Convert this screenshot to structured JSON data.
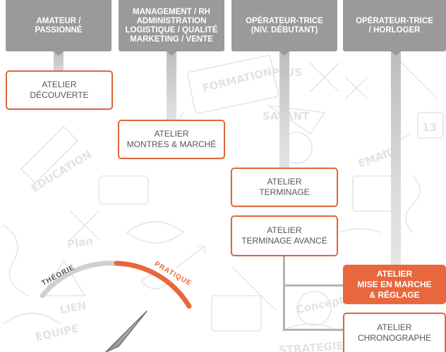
{
  "headers": [
    {
      "label": "AMATEUR /\nPASSIONNÉ"
    },
    {
      "label": "MANAGEMENT / RH\nADMINISTRATION\nLOGISTIQUE / QUALITÉ\nMARKETING / VENTE"
    },
    {
      "label": "OPÉRATEUR-TRICE\n(NIV.  DÉBUTANT)"
    },
    {
      "label": "OPÉRATEUR-TRICE\n/ HORLOGER"
    }
  ],
  "ateliers": [
    {
      "label": "ATELIER\nDÉCOUVERTE"
    },
    {
      "label": "ATELIER\nMONTRES & MARCHÉ"
    },
    {
      "label": "ATELIER\nTERMINAGE"
    },
    {
      "label": "ATELIER\nTERMINAGE AVANCÉ"
    },
    {
      "label": "ATELIER\nMISE EN MARCHE\n& RÉGLAGE"
    },
    {
      "label": "ATELIER\nCHRONOGRAPHE"
    }
  ],
  "gauge": {
    "left_label": "THÉORIE",
    "right_label": "PRATIQUE"
  },
  "background_words": [
    "FORMATION",
    "EDUCATION",
    "SAVANT",
    "EMAIL",
    "PLUS",
    "LIEN",
    "EQUIPE",
    "Plan",
    "Concept",
    "STRATEGIE",
    "13"
  ],
  "colors": {
    "header": "#9a9a9a",
    "accent": "#e8673c",
    "gauge_gray": "#d0d0d0",
    "doodle": "#e6e6e6"
  }
}
